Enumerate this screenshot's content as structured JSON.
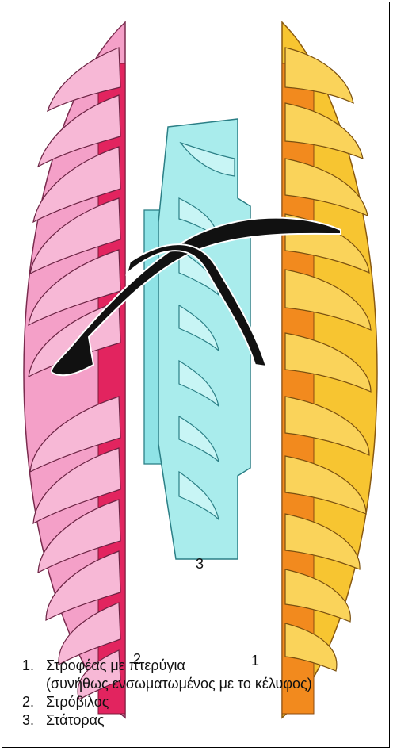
{
  "callouts": {
    "stator": "3",
    "turbine": "2",
    "impeller": "1"
  },
  "legend": {
    "items": [
      {
        "num": "1.",
        "text": "Στροφέας με πτερύγια",
        "sub": "(συνήθως ενσωματωμένος με το κέλυφος)"
      },
      {
        "num": "2.",
        "text": "Στρόβιλος",
        "sub": ""
      },
      {
        "num": "3.",
        "text": "Στάτορας",
        "sub": ""
      }
    ]
  },
  "colors": {
    "turbine_light": "#f4a0c8",
    "turbine_dark": "#e2245f",
    "impeller_light": "#f7c531",
    "impeller_dark": "#f28a1e",
    "stator_fill": "#a9ecec",
    "stator_dark": "#6fd6dc",
    "fluid_arrow": "#111111"
  }
}
